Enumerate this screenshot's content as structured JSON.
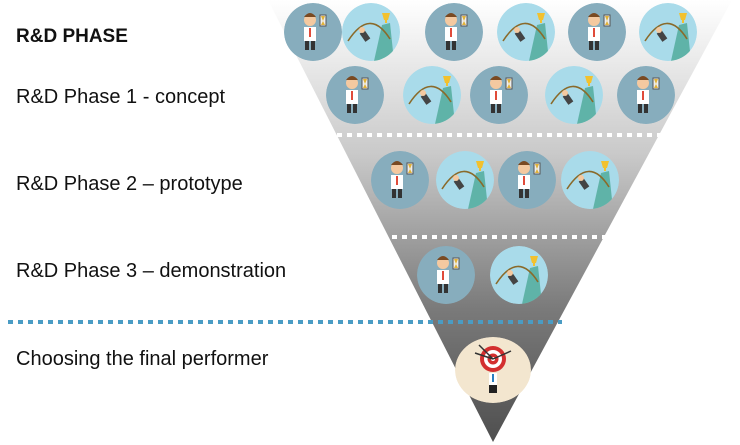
{
  "heading": "R&D PHASE",
  "phases": [
    {
      "label": "R&D Phase 1  - concept"
    },
    {
      "label": "R&D Phase 2 – prototype"
    },
    {
      "label": "R&D Phase 3 – demonstration"
    },
    {
      "label": "Choosing the final performer"
    }
  ],
  "colors": {
    "funnel_top": "#ffffff",
    "funnel_bottom": "#4f4f4f",
    "separator_blue": "#4a9cc4",
    "person_bg": "#87adbd",
    "climber_bg": "#a9dbea",
    "target_bg": "#f3e6cf"
  },
  "icons": {
    "person": "businessman-hourglass-icon",
    "climber": "pole-vault-trophy-icon",
    "final": "target-arrows-icon"
  }
}
